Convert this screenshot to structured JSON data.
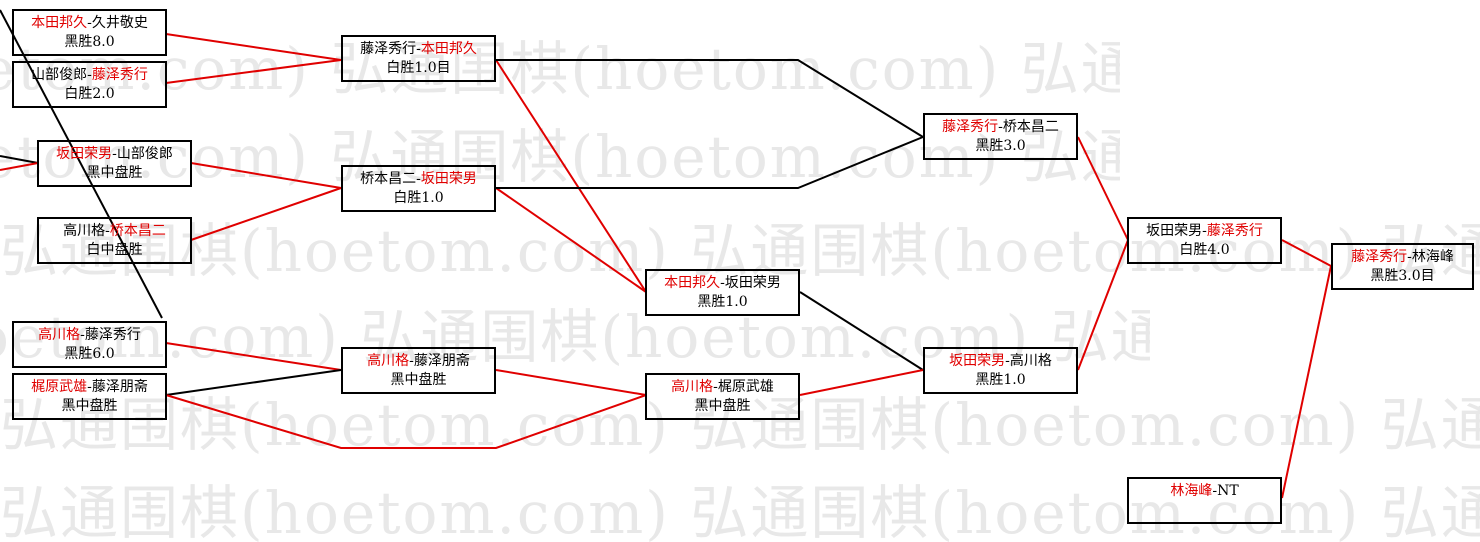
{
  "watermark": "弘通围棋(hoetom.com)",
  "colors": {
    "winner": "#e00000",
    "loser_line": "#000000",
    "winner_line": "#e00000"
  },
  "matches": {
    "m1": {
      "a": "本田邦久",
      "b": "久井敬史",
      "winner": "a",
      "result": "黑胜8.0"
    },
    "m2": {
      "a": "山部俊郎",
      "b": "藤泽秀行",
      "winner": "b",
      "result": "白胜2.0"
    },
    "m3": {
      "a": "坂田荣男",
      "b": "山部俊郎",
      "winner": "a",
      "result": "黑中盘胜"
    },
    "m4": {
      "a": "高川格",
      "b": "桥本昌二",
      "winner": "b",
      "result": "白中盘胜"
    },
    "m5": {
      "a": "高川格",
      "b": "藤泽秀行",
      "winner": "a",
      "result": "黑胜6.0"
    },
    "m6": {
      "a": "梶原武雄",
      "b": "藤泽朋斋",
      "winner": "a",
      "result": "黑中盘胜"
    },
    "m7": {
      "a": "藤泽秀行",
      "b": "本田邦久",
      "winner": "b",
      "result": "白胜1.0目"
    },
    "m8": {
      "a": "桥本昌二",
      "b": "坂田荣男",
      "winner": "b",
      "result": "白胜1.0"
    },
    "m9": {
      "a": "高川格",
      "b": "藤泽朋斋",
      "winner": "a",
      "result": "黑中盘胜"
    },
    "m10": {
      "a": "本田邦久",
      "b": "坂田荣男",
      "winner": "a",
      "result": "黑胜1.0"
    },
    "m11": {
      "a": "高川格",
      "b": "梶原武雄",
      "winner": "a",
      "result": "黑中盘胜"
    },
    "m12": {
      "a": "藤泽秀行",
      "b": "桥本昌二",
      "winner": "a",
      "result": "黑胜3.0"
    },
    "m13": {
      "a": "坂田荣男",
      "b": "高川格",
      "winner": "a",
      "result": "黑胜1.0"
    },
    "m14": {
      "a": "坂田荣男",
      "b": "藤泽秀行",
      "winner": "b",
      "result": "白胜4.0"
    },
    "m15": {
      "a": "藤泽秀行",
      "b": "林海峰",
      "winner": "a",
      "result": "黑胜3.0目"
    },
    "m16": {
      "a": "林海峰",
      "b": "NT",
      "winner": "a",
      "result": ""
    }
  }
}
